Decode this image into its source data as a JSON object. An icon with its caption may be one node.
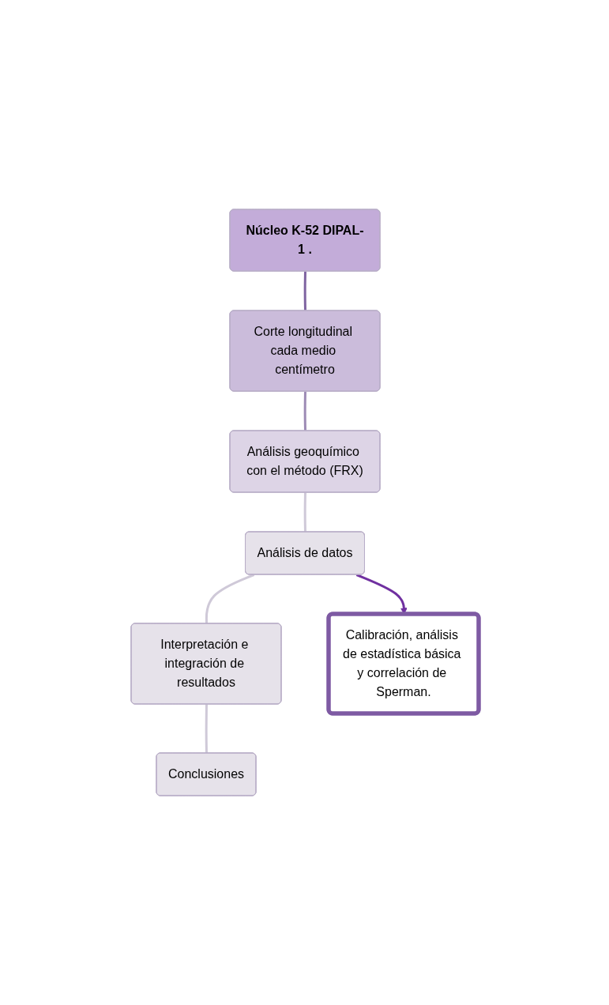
{
  "diagram": {
    "nodes": [
      {
        "text": [
          "Núcleo K-52 DIPAL-1 ."
        ]
      },
      {
        "text": [
          "Corte longitudinal cada medio centímetro"
        ]
      },
      {
        "text": [
          "Análisis geoquímico con el método (FRX)"
        ]
      },
      {
        "text": [
          "Análisis de datos"
        ]
      },
      {
        "text": [
          "Interpretación e integración de resultados"
        ]
      },
      {
        "text": [
          "Conclusiones"
        ]
      },
      {
        "text": [
          "Calibración, análisis de estadística básica y correlación de Sperman."
        ]
      }
    ],
    "edges": [
      {
        "from": 0,
        "to": 1,
        "arrow": "none",
        "color": "#7f64a1"
      },
      {
        "from": 1,
        "to": 2,
        "arrow": "none",
        "color": "#9d8bb5"
      },
      {
        "from": 2,
        "to": 3,
        "arrow": "none"
      },
      {
        "from": 3,
        "to": 4,
        "arrow": "none"
      },
      {
        "from": 4,
        "to": 5,
        "arrow": "none"
      },
      {
        "from": 3,
        "to": 6,
        "arrow": "to",
        "color": "#7030a0"
      }
    ]
  }
}
